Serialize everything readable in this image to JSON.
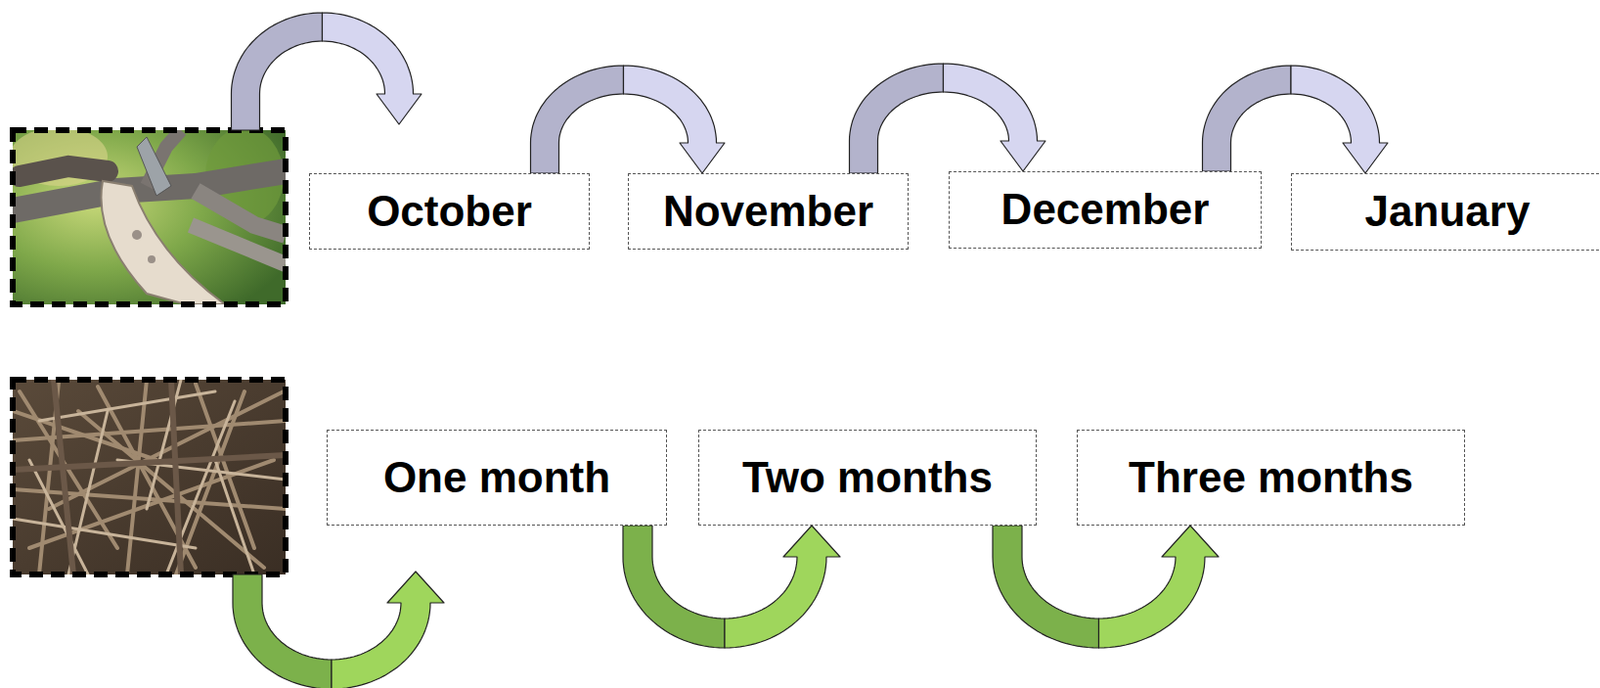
{
  "diagram": {
    "nodes": [
      {
        "text": [
          "October"
        ]
      },
      {
        "text": [
          "November"
        ]
      },
      {
        "text": [
          "December"
        ]
      },
      {
        "text": [
          "January"
        ]
      },
      {
        "text": [
          "One month"
        ]
      },
      {
        "text": [
          "Two months"
        ]
      },
      {
        "text": [
          "Three months"
        ]
      }
    ],
    "edges": [
      {
        "from": 0,
        "to": 1,
        "arrow": "to"
      },
      {
        "from": 1,
        "to": 2,
        "arrow": "to"
      },
      {
        "from": 2,
        "to": 3,
        "arrow": "to"
      },
      {
        "from": 4,
        "to": 5,
        "arrow": "to"
      },
      {
        "from": 5,
        "to": 6,
        "arrow": "to"
      }
    ]
  }
}
